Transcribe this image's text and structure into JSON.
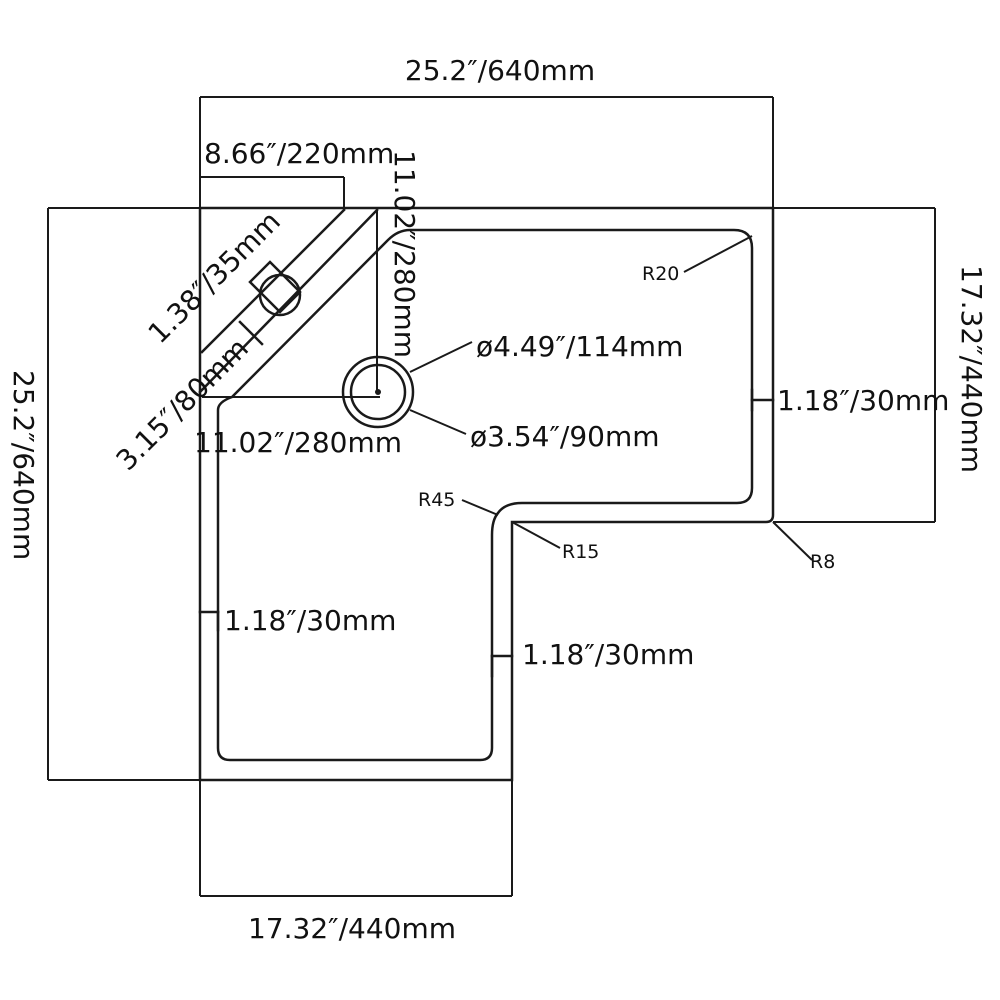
{
  "dimensions": {
    "top_width": "25.2″/640mm",
    "left_height": "25.2″/640mm",
    "right_height": "17.32″/440mm",
    "bottom_width": "17.32″/440mm",
    "shelf_width": "8.66″/220mm",
    "drain_vertical": "11.02″/280mm",
    "drain_horizontal": "11.02″/280mm",
    "faucet_hole": "1.38″/35mm",
    "shelf_depth": "3.15″/80mm",
    "outer_drain_diameter": "ø4.49″/114mm",
    "inner_drain_diameter": "ø3.54″/90mm",
    "right_wall": "1.18″/30mm",
    "left_wall": "1.18″/30mm",
    "inner_wall": "1.18″/30mm"
  },
  "radii": {
    "r20": "R20",
    "r45": "R45",
    "r15": "R15",
    "r8": "R8"
  }
}
